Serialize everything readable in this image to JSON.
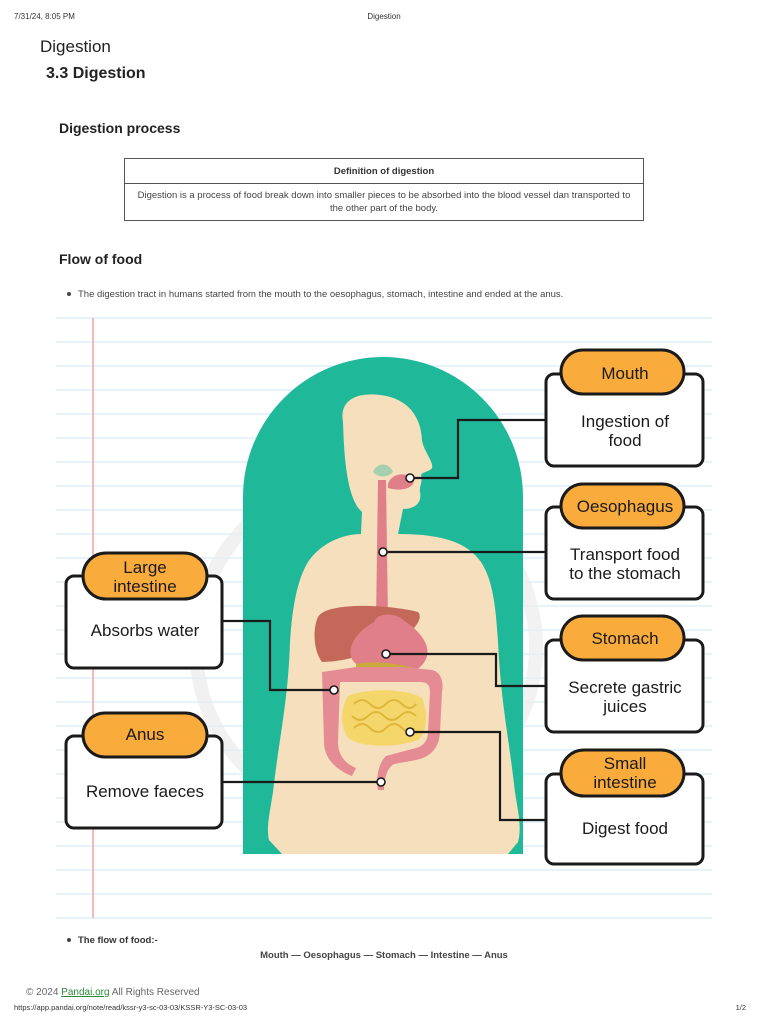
{
  "print_header": {
    "datetime": "7/31/24, 8:05 PM",
    "title": "Digestion"
  },
  "page": {
    "site_title": "Digestion",
    "heading": "3.3 Digestion",
    "section_process": "Digestion process",
    "definition_table": {
      "header": "Definition of digestion",
      "body": "Digestion is a process of food break down into smaller pieces to be absorbed into the blood vessel dan transported to the other part of the body."
    },
    "section_flow": "Flow of food",
    "bullet_tract": "The digestion tract in humans started from the mouth to the oesophagus, stomach, intestine and ended at the anus.",
    "bullet_flow": "The flow of food:-",
    "flow_sequence": "Mouth — Oesophagus — Stomach — Intestine — Anus"
  },
  "diagram": {
    "labels": {
      "mouth": {
        "title": "Mouth",
        "desc_1": "Ingestion of",
        "desc_2": "food"
      },
      "oesophagus": {
        "title": "Oesophagus",
        "desc_1": "Transport food",
        "desc_2": "to the stomach"
      },
      "stomach": {
        "title": "Stomach",
        "desc_1": "Secrete gastric",
        "desc_2": "juices"
      },
      "small_intestine": {
        "title_1": "Small",
        "title_2": "intestine",
        "desc": "Digest food"
      },
      "large_intestine": {
        "title_1": "Large",
        "title_2": "intestine",
        "desc": "Absorbs water"
      },
      "anus": {
        "title": "Anus",
        "desc": "Remove faeces"
      }
    },
    "colors": {
      "arch": "#1fb99a",
      "skin": "#f5dfbd",
      "label_fill": "#f9ab3b",
      "line": "#1a1a1a",
      "ruled_line": "#c8e9f6",
      "margin_line": "#f2a2a2",
      "liver": "#c4695a",
      "stomach": "#e07f8a",
      "small_intestine": "#f5d66a",
      "large_intestine": "#e48b93"
    }
  },
  "footer": {
    "copyright_prefix": "© 2024 ",
    "brand": "Pandai.org",
    "copyright_suffix": " All Rights Reserved",
    "url": "https://app.pandai.org/note/read/kssr-y3-sc-03-03/KSSR-Y3-SC-03-03",
    "page": "1/2"
  }
}
